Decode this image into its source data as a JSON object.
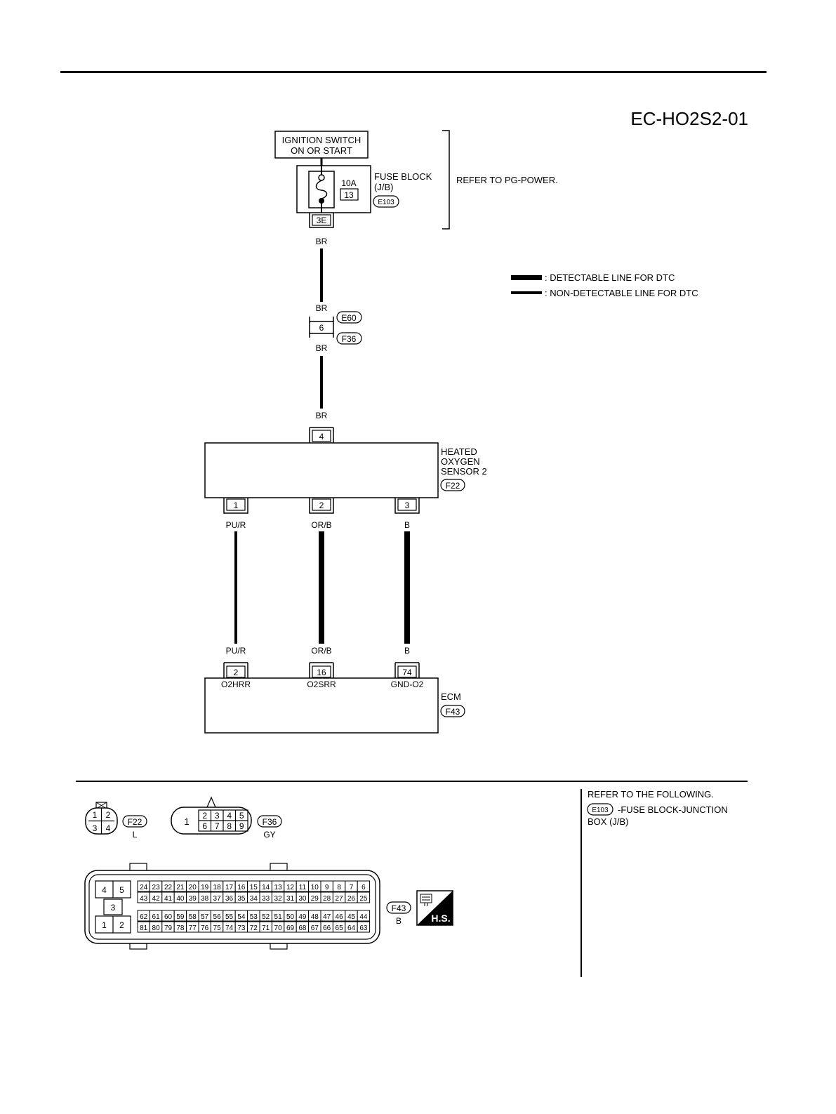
{
  "page_code": "EC-HO2S2-01",
  "ignition": {
    "line1": "IGNITION SWITCH",
    "line2": "ON OR START"
  },
  "fuse_block": {
    "fuse_amp": "10A",
    "fuse_no": "13",
    "label1": "FUSE BLOCK",
    "label2": "(J/B)",
    "connector": "E103",
    "terminal": "3E",
    "refer": "REFER TO PG-POWER."
  },
  "legend": {
    "detectable": ": DETECTABLE LINE FOR DTC",
    "non_detectable": ": NON-DETECTABLE LINE FOR DTC"
  },
  "wires": {
    "br_top": "BR",
    "br_mid_upper": "BR",
    "br_mid_lower": "BR",
    "br_bottom": "BR",
    "pur_top": "PU/R",
    "orb_top": "OR/B",
    "b_top": "B",
    "pur_bottom": "PU/R",
    "orb_bottom": "OR/B",
    "b_bottom": "B"
  },
  "joint": {
    "terminal": "6",
    "conn_a": "E60",
    "conn_b": "F36"
  },
  "sensor": {
    "line1": "HEATED",
    "line2": "OXYGEN",
    "line3": "SENSOR 2",
    "connector": "F22",
    "t_top": "4",
    "t1": "1",
    "t2": "2",
    "t3": "3"
  },
  "ecm": {
    "label": "ECM",
    "connector": "F43",
    "t_a": "2",
    "t_b": "16",
    "t_c": "74",
    "name_a": "O2HRR",
    "name_b": "O2SRR",
    "name_c": "GND-O2"
  },
  "connector_views": {
    "f22": {
      "id": "F22",
      "color": "L",
      "pins": [
        "1",
        "2",
        "3",
        "4"
      ]
    },
    "f36": {
      "id": "F36",
      "color": "GY",
      "pin_single": "1",
      "pins_top": [
        "2",
        "3",
        "4",
        "5"
      ],
      "pins_bottom": [
        "6",
        "7",
        "8",
        "9"
      ]
    },
    "f43": {
      "id": "F43",
      "color": "B",
      "left_top": [
        "4",
        "5"
      ],
      "left_mid": "3",
      "left_bottom": [
        "1",
        "2"
      ],
      "row1": [
        "24",
        "23",
        "22",
        "21",
        "20",
        "19",
        "18",
        "17",
        "16",
        "15",
        "14",
        "13",
        "12",
        "11",
        "10",
        "9",
        "8",
        "7",
        "6"
      ],
      "row2": [
        "43",
        "42",
        "41",
        "40",
        "39",
        "38",
        "37",
        "36",
        "35",
        "34",
        "33",
        "32",
        "31",
        "30",
        "29",
        "28",
        "27",
        "26",
        "25"
      ],
      "row3": [
        "62",
        "61",
        "60",
        "59",
        "58",
        "57",
        "56",
        "55",
        "54",
        "53",
        "52",
        "51",
        "50",
        "49",
        "48",
        "47",
        "46",
        "45",
        "44"
      ],
      "row4": [
        "81",
        "80",
        "79",
        "78",
        "77",
        "76",
        "75",
        "74",
        "73",
        "72",
        "71",
        "70",
        "69",
        "68",
        "67",
        "66",
        "65",
        "64",
        "63"
      ]
    },
    "hs_badge": "H.S."
  },
  "refer_box": {
    "title": "REFER TO THE FOLLOWING.",
    "connector": "E103",
    "line1": "-FUSE BLOCK-JUNCTION",
    "line2": "BOX (J/B)"
  }
}
